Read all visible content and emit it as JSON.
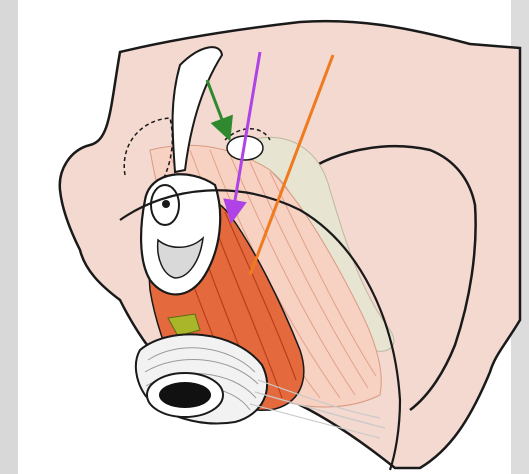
{
  "figure": {
    "colors": {
      "skin": "#f3d9d0",
      "skin_dark": "#e9c4b6",
      "muscle": "#e4693d",
      "muscle_light": "#f0a488",
      "muscle_pale": "#f7d2c2",
      "ligament": "#e7e4d2",
      "green_tissue": "#a9b62a",
      "outline": "#1a1a1a",
      "background": "#e9e9e9",
      "panel": "#ffffff"
    },
    "arrows": [
      {
        "name": "green-arrow",
        "color": "#2f8a2f"
      },
      {
        "name": "purple-arrow",
        "color": "#b043e6"
      },
      {
        "name": "orange-arrow",
        "color": "#f07a1e"
      }
    ]
  }
}
